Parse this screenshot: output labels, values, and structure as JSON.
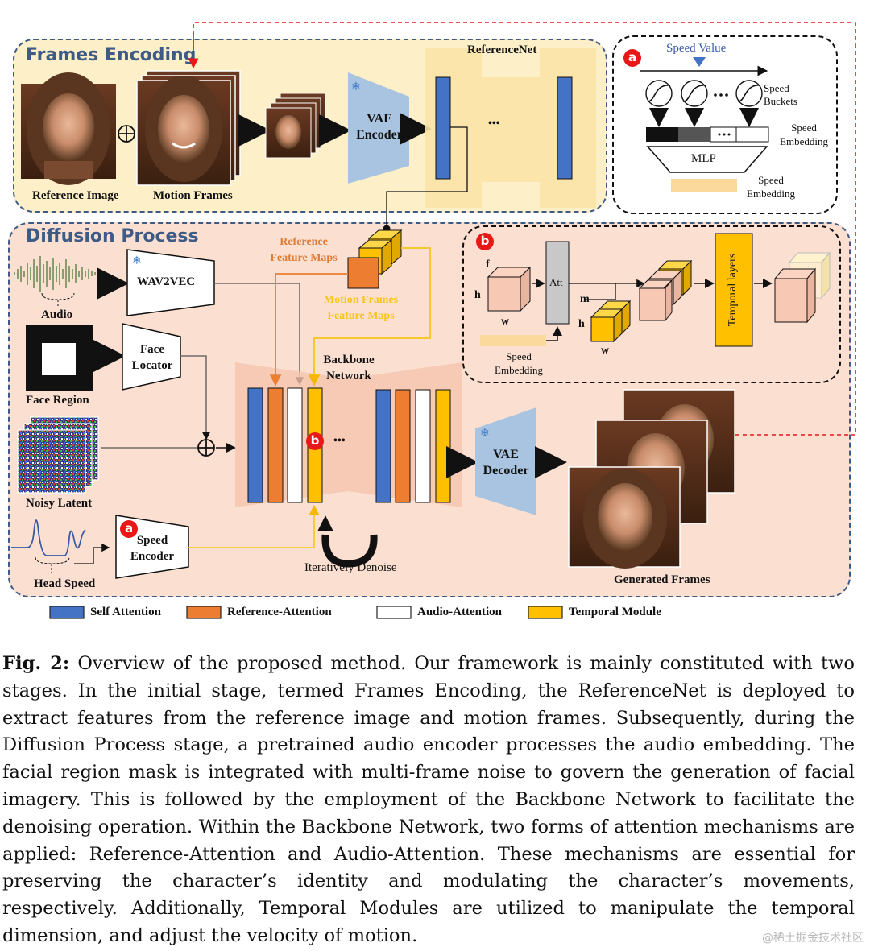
{
  "figure": {
    "sections": {
      "frames_encoding": "Frames Encoding",
      "diffusion_process": "Diffusion Process"
    },
    "frames_encoding": {
      "reference_image": "Reference Image",
      "motion_frames": "Motion Frames",
      "vae_encoder": [
        "VAE",
        "Encoder"
      ],
      "referencenet": "ReferenceNet",
      "ellipsis": "•••"
    },
    "panel_a": {
      "badge": "a",
      "speed_value": "Speed Value",
      "speed_buckets": [
        "Speed",
        "Buckets"
      ],
      "speed_embedding_top": [
        "Speed",
        "Embedding"
      ],
      "mlp": "MLP",
      "speed_embedding_bottom": [
        "Speed",
        "Embedding"
      ]
    },
    "diffusion": {
      "reference_feature_maps": [
        "Reference",
        "Feature Maps"
      ],
      "motion_frames_feature_maps": [
        "Motion Frames",
        "Feature Maps"
      ],
      "audio": "Audio",
      "wav2vec": "WAV2VEC",
      "face_region": "Face Region",
      "face_locator": [
        "Face",
        "Locator"
      ],
      "noisy_latent": "Noisy Latent",
      "head_speed": "Head Speed",
      "speed_encoder": [
        "Speed",
        "Encoder"
      ],
      "backbone_network": [
        "Backbone",
        "Network"
      ],
      "iteratively_denoise": "Iteratively Denoise",
      "vae_decoder": [
        "VAE",
        "Decoder"
      ],
      "generated_frames": "Generated Frames",
      "badge_a": "a",
      "badge_b": "b",
      "ellipsis": "•••"
    },
    "panel_b": {
      "badge": "b",
      "f": "f",
      "h": "h",
      "w": "w",
      "att": "Att",
      "m": "m",
      "h2": "h",
      "w2": "w",
      "temporal_layers": "Temporal layers",
      "speed_embedding": [
        "Speed",
        "Embedding"
      ]
    },
    "legend": [
      {
        "label": "Self Attention",
        "color": "#4472c4"
      },
      {
        "label": "Reference-Attention",
        "color": "#ed7d31"
      },
      {
        "label": "Audio-Attention",
        "color": "#ffffff"
      },
      {
        "label": "Temporal Module",
        "color": "#ffc000"
      }
    ],
    "colors": {
      "self_attention": "#4472c4",
      "reference_attention": "#ed7d31",
      "audio_attention": "#ffffff",
      "temporal_module": "#ffc000",
      "vae": "#a9c4e0",
      "frames_encoding_bg": "#fdefc8",
      "diffusion_bg": "#fbe0d2",
      "section_title": "#3e5b86",
      "red_link": "#e81818"
    }
  },
  "caption": {
    "label": "Fig. 2:",
    "text": "Overview of the proposed method. Our framework is mainly constituted with two stages. In the initial stage, termed Frames Encoding, the ReferenceNet is deployed to extract features from the reference image and motion frames. Subsequently, during the Diffusion Process stage, a pretrained audio encoder processes the audio embedding. The facial region mask is integrated with multi-frame noise to govern the generation of facial imagery. This is followed by the employment of the Backbone Network to facilitate the denoising operation. Within the Backbone Network, two forms of attention mechanisms are applied: Reference-Attention and Audio-Attention. These mechanisms are essential for preserving the character’s identity and modulating the character’s movements, respectively. Additionally, Temporal Modules are utilized to manipulate the temporal dimension, and adjust the velocity of motion."
  },
  "watermark": "@稀土掘金技术社区"
}
